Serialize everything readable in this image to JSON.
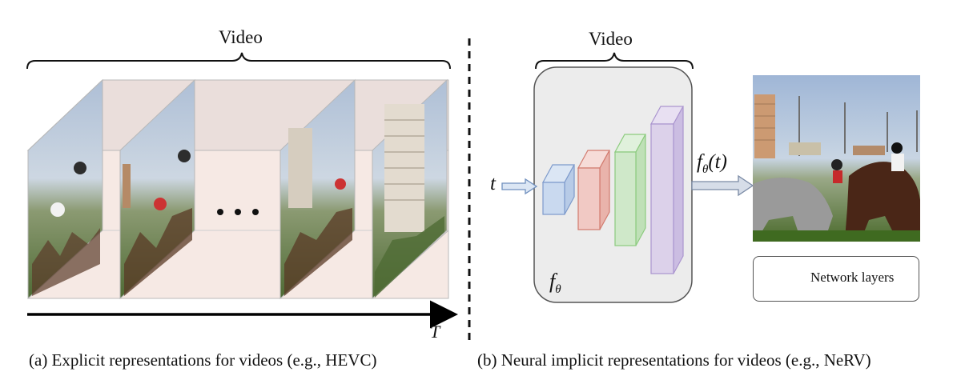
{
  "left_panel": {
    "title": "Video",
    "time_axis_label": "T",
    "ellipsis": "• • •",
    "caption": "(a)  Explicit representations for videos (e.g., HEVC)"
  },
  "right_panel": {
    "title": "Video",
    "input_label": "t",
    "network_label": "f",
    "network_subscript": "θ",
    "output_label_f": "f",
    "output_label_sub": "θ",
    "output_label_arg": "(t)",
    "legend_text": "Network layers",
    "caption": "(b) Neural implicit representations for videos (e.g., NeRV)"
  },
  "colors": {
    "layer1": "#c9d9ef",
    "layer2": "#f1c9c4",
    "layer3": "#cfe8c9",
    "layer4": "#dcd1ea",
    "panel": "#ececec",
    "cube_face": "#f6e9e4"
  }
}
